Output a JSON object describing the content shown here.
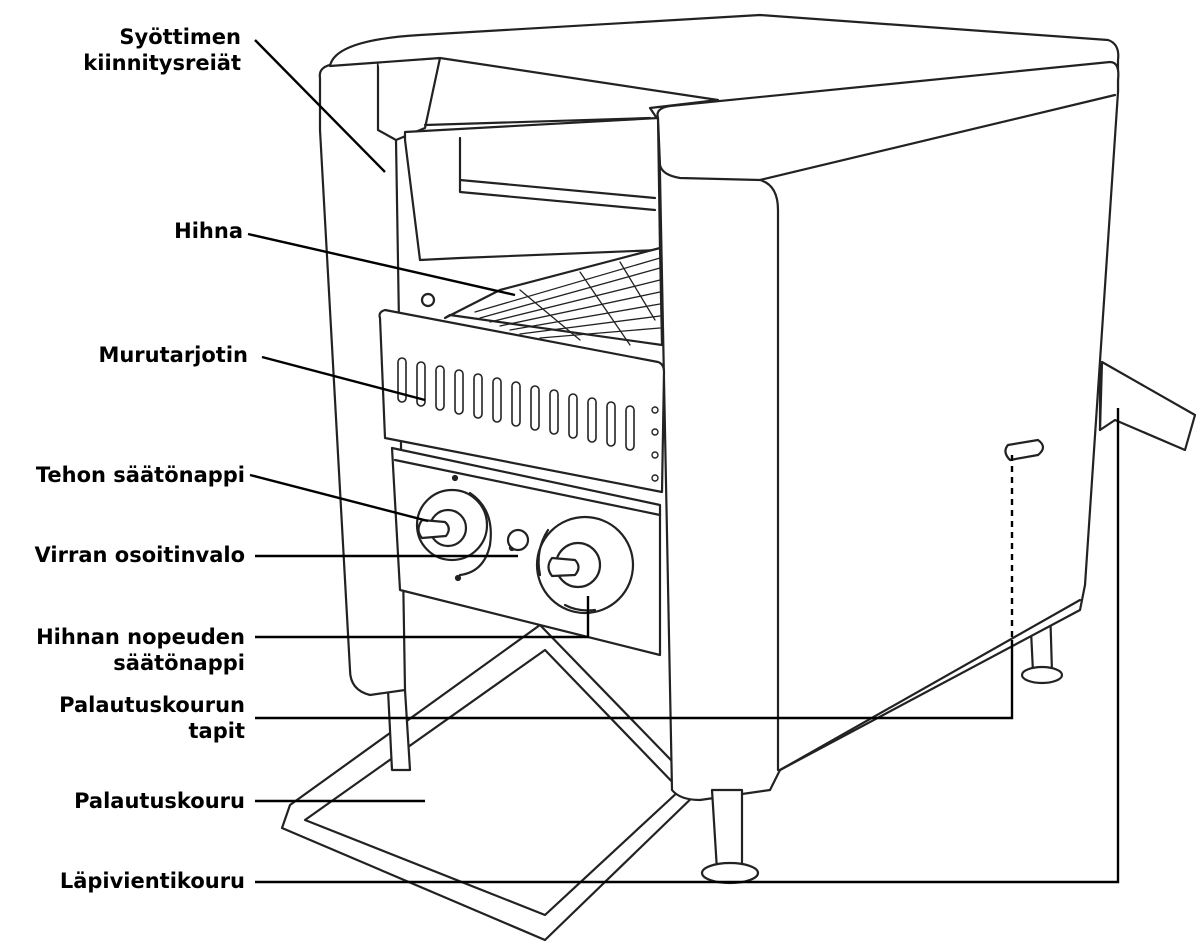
{
  "labels": {
    "feeder_holes": [
      "Syöttimen",
      "kiinnitysreiät"
    ],
    "belt": "Hihna",
    "crumb_tray": "Murutarjotin",
    "power_knob": "Tehon säätönappi",
    "power_light": "Virran osoitinvalo",
    "belt_speed_knob": [
      "Hihnan nopeuden",
      "säätönappi"
    ],
    "return_chute_pins": [
      "Palautuskourun",
      "tapit"
    ],
    "return_chute": "Palautuskouru",
    "pass_through_chute": "Läpivientikouru"
  },
  "colors": {
    "stroke": "#222222",
    "text": "#000000",
    "fill": "#ffffff"
  }
}
